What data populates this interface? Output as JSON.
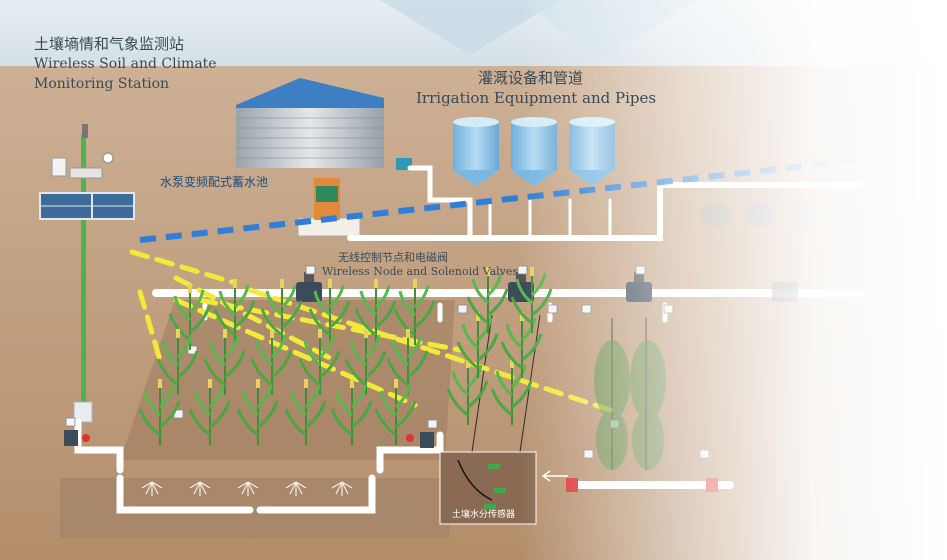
{
  "labels": {
    "station_cn": "土壤墒情和气象监测站",
    "station_en_1": "Wireless Soil and Climate",
    "station_en_2": "Monitoring Station",
    "irrigation_cn": "灌溉设备和管道",
    "irrigation_en": "Irrigation  Equipment  and  Pipes",
    "pump_cn": "水泵变频配式蓄水池",
    "valve_cn": "无线控制节点和电磁阀",
    "valve_en": "Wireless Node and Solenoid Valves",
    "soil_cn": "土壤水分传感器"
  },
  "colors": {
    "sky": "#dbe7ee",
    "soil_top": "#c7a98a",
    "soil_bottom": "#b58f6c",
    "pipe": "#ffffff",
    "blue_dash": "#2f7ed8",
    "yellow_dash": "#f2ea3a",
    "pole": "#4db34d",
    "tank": "#8cc4e8",
    "plant": "#3f9b3a",
    "label_text": "#3a4a55"
  }
}
